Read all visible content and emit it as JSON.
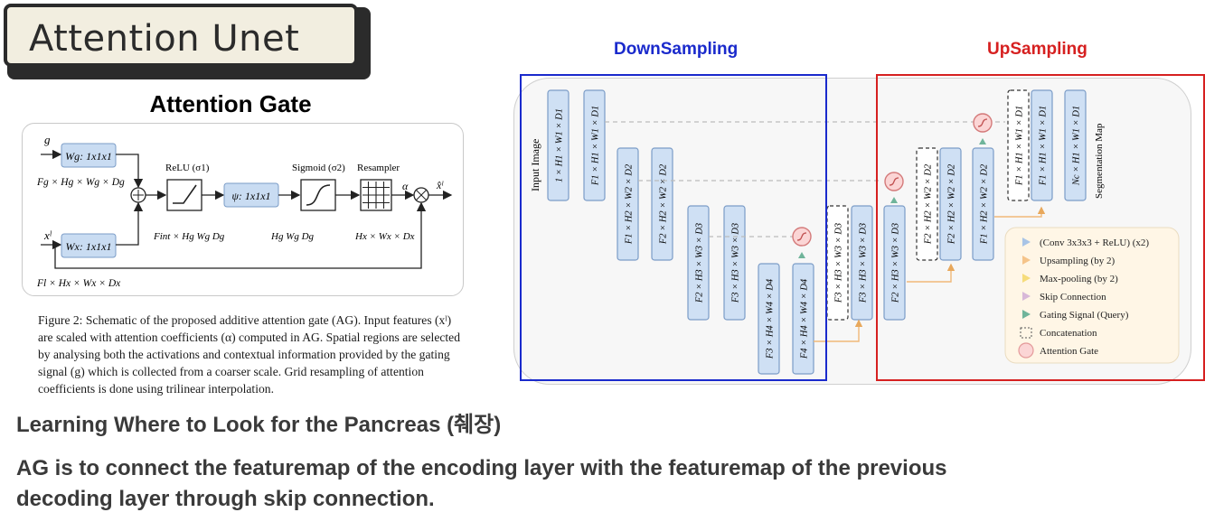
{
  "slide_title": "Attention Unet",
  "gate": {
    "heading": "Attention Gate",
    "g_label": "g",
    "x_label": "xˡ",
    "wg_box": "Wg: 1x1x1",
    "wx_box": "Wx: 1x1x1",
    "psi_box": "ψ: 1x1x1",
    "g_dims": "Fg × Hg × Wg × Dg",
    "x_dims": "Fl × Hx × Wx × Dx",
    "relu_label": "ReLU (σ1)",
    "sigmoid_label": "Sigmoid (σ2)",
    "resampler_label": "Resampler",
    "alpha_label": "α",
    "out_label": "x̂ˡ",
    "int_dims": "Fint × Hg Wg Dg",
    "hw_dims": "Hg Wg Dg",
    "resampled_dims": "Hx × Wx × Dx",
    "caption": "Figure 2: Schematic of the proposed additive attention gate (AG). Input features (xˡ) are scaled with attention coefficients (α) computed in AG. Spatial regions are selected by analysing both the activations and contextual information provided by the gating signal (g) which is collected from a coarser scale. Grid resampling of attention coefficients is done using trilinear interpolation."
  },
  "network": {
    "down_label": "DownSampling",
    "up_label": "UpSampling",
    "input_label": "Input Image",
    "output_label": "Segmentation Map",
    "down_blocks": [
      {
        "text": "1 × H1 × W1 × D1",
        "col": 0,
        "level": 0
      },
      {
        "text": "F1 × H1 × W1 × D1",
        "col": 1,
        "level": 0
      },
      {
        "text": "F1 × H2 × W2 × D2",
        "col": 2,
        "level": 1
      },
      {
        "text": "F2 × H2 × W2 × D2",
        "col": 3,
        "level": 1
      },
      {
        "text": "F2 × H3 × W3 × D3",
        "col": 4,
        "level": 2
      },
      {
        "text": "F3 × H3 × W3 × D3",
        "col": 5,
        "level": 2
      },
      {
        "text": "F3 × H4 × W4 × D4",
        "col": 6,
        "level": 3
      },
      {
        "text": "F4 × H4 × W4 × D4",
        "col": 7,
        "level": 3
      }
    ],
    "up_blocks": [
      {
        "text": "F3 × H3 × W3 × D3",
        "col": 8,
        "level": 2,
        "dashed": true
      },
      {
        "text": "F3 × H3 × W3 × D3",
        "col": 9,
        "level": 2
      },
      {
        "text": "F2 × H3 × W3 × D3",
        "col": 10,
        "level": 2
      },
      {
        "text": "F2 × H2 × W2 × D2",
        "col": 11,
        "level": 1,
        "dashed": true
      },
      {
        "text": "F2 × H2 × W2 × D2",
        "col": 12,
        "level": 1
      },
      {
        "text": "F1 × H2 × W2 × D2",
        "col": 13,
        "level": 1
      },
      {
        "text": "F1 × H1 × W1 × D1",
        "col": 14,
        "level": 0,
        "dashed": true
      },
      {
        "text": "F1 × H1 × W1 × D1",
        "col": 15,
        "level": 0
      },
      {
        "text": "Nc × H1 × W1 × D1",
        "col": 16,
        "level": 0
      }
    ],
    "legend": [
      {
        "label": "(Conv 3x3x3 + ReLU) (x2)",
        "color": "#a8c4e6",
        "kind": "arrow"
      },
      {
        "label": "Upsampling (by 2)",
        "color": "#f5c48a",
        "kind": "arrow"
      },
      {
        "label": "Max-pooling (by 2)",
        "color": "#f6dc7a",
        "kind": "arrow"
      },
      {
        "label": "Skip Connection",
        "color": "#d8b8d8",
        "kind": "arrow"
      },
      {
        "label": "Gating Signal (Query)",
        "color": "#6fb49a",
        "kind": "arrow"
      },
      {
        "label": "Concatenation",
        "color": "#555555",
        "kind": "dashed"
      },
      {
        "label": "Attention Gate",
        "color": "#e49a9a",
        "kind": "gate"
      }
    ]
  },
  "body": {
    "line1": "Learning Where to Look for the Pancreas (췌장)",
    "line2": "AG is to connect the featuremap of the encoding layer with the featuremap of the previous",
    "line3": "decoding layer through skip connection."
  }
}
